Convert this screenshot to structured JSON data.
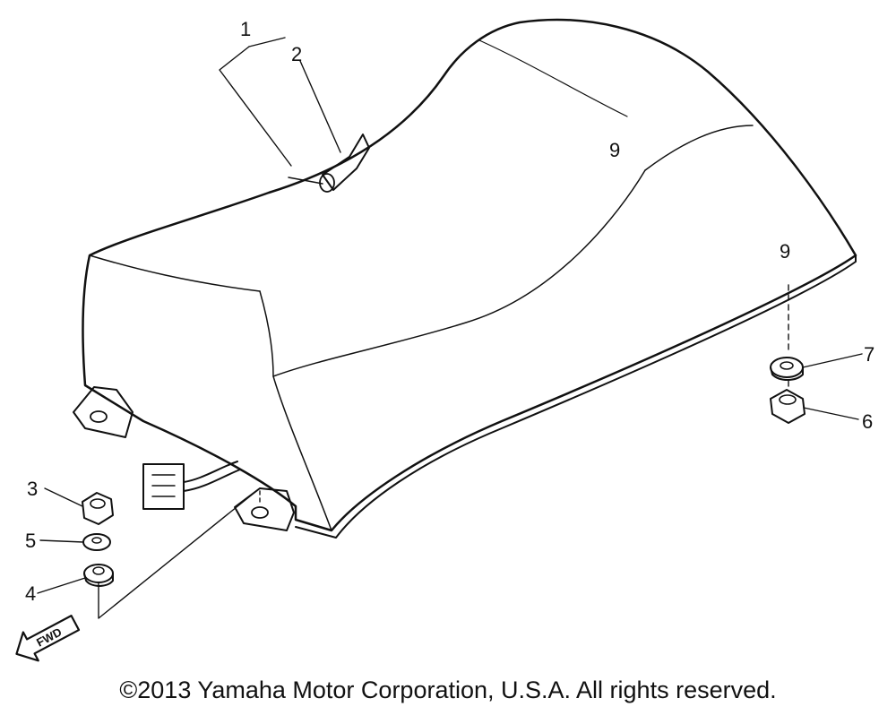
{
  "callouts": [
    {
      "id": "1",
      "label": "1"
    },
    {
      "id": "2",
      "label": "2"
    },
    {
      "id": "3",
      "label": "3"
    },
    {
      "id": "4",
      "label": "4"
    },
    {
      "id": "5",
      "label": "5"
    },
    {
      "id": "6",
      "label": "6"
    },
    {
      "id": "7",
      "label": "7"
    }
  ],
  "seat_marks": [
    "9",
    "9"
  ],
  "fwd_arrow_text": "FWD",
  "copyright": "©2013 Yamaha Motor Corporation, U.S.A. All rights reserved.",
  "colors": {
    "line": "#111111",
    "background": "#ffffff"
  },
  "icons": [
    "fwd-arrow-icon"
  ]
}
